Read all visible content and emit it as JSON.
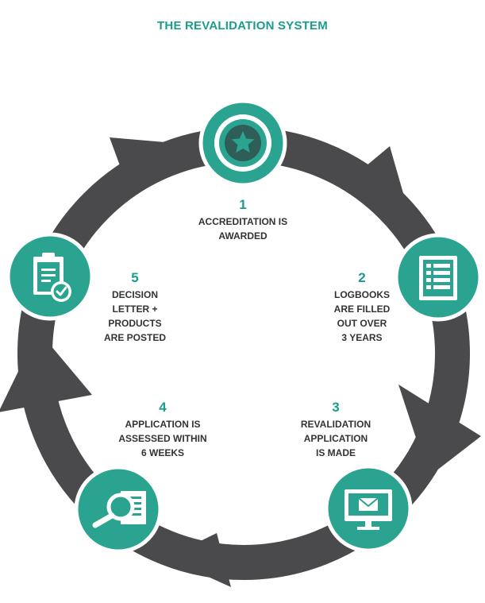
{
  "title": "THE REVALIDATION SYSTEM",
  "colors": {
    "accent": "#1a9c8e",
    "node_fill": "#2aa391",
    "arrow": "#4a4a4c",
    "text": "#333333"
  },
  "steps": [
    {
      "number": "1",
      "text": "ACCREDITATION IS\nAWARDED",
      "icon": "star-icon"
    },
    {
      "number": "2",
      "text": "LOGBOOKS\nARE FILLED\nOUT OVER\n3 YEARS",
      "icon": "checklist-icon"
    },
    {
      "number": "3",
      "text": "REVALIDATION\nAPPLICATION\nIS MADE",
      "icon": "computer-mail-icon"
    },
    {
      "number": "4",
      "text": "APPLICATION IS\nASSESSED WITHIN\n6 WEEKS",
      "icon": "magnifier-document-icon"
    },
    {
      "number": "5",
      "text": "DECISION\nLETTER +\nPRODUCTS\nARE POSTED",
      "icon": "clipboard-check-icon"
    }
  ]
}
